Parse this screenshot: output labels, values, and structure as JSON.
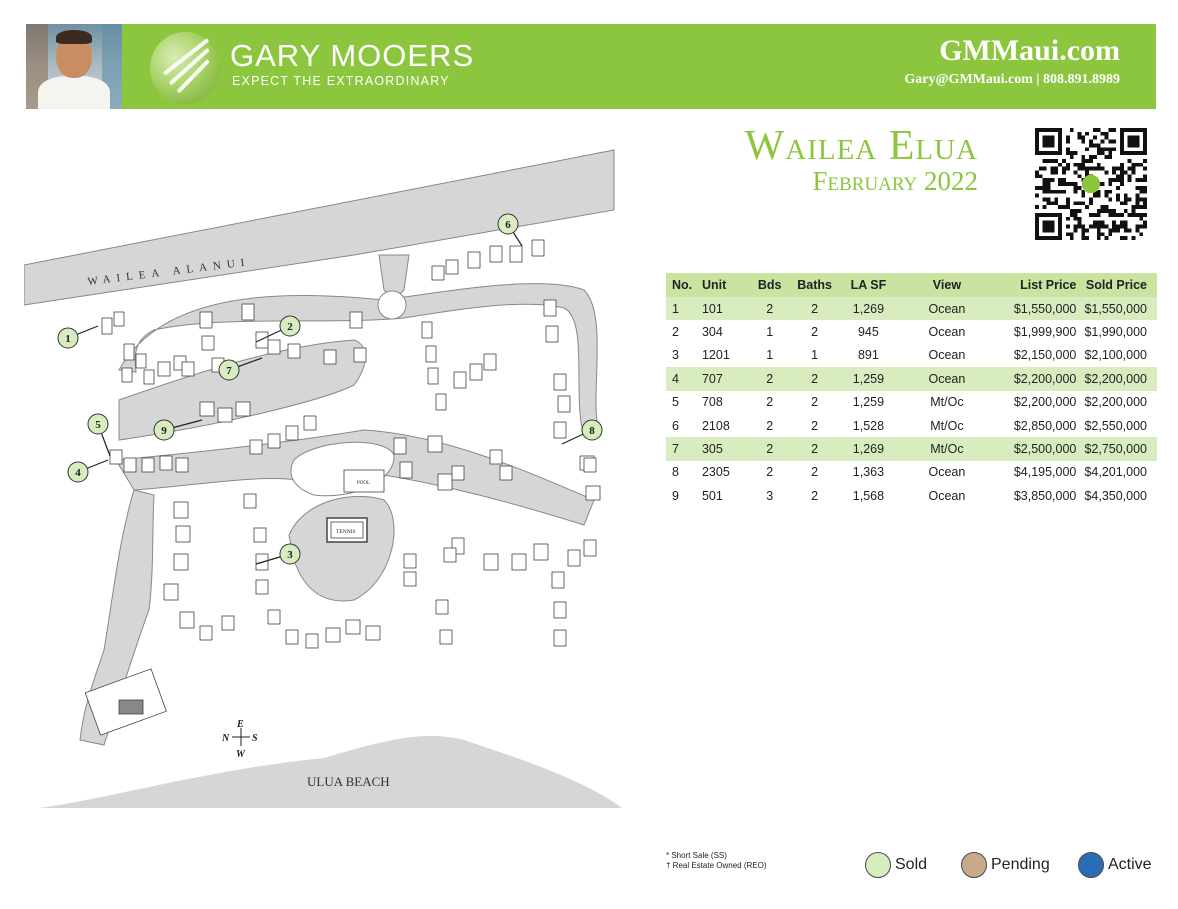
{
  "header": {
    "brand_name": "GARY MOOERS",
    "brand_tagline": "EXPECT THE EXTRAORDINARY",
    "website": "GMMaui.com",
    "contact": "Gary@GMMaui.com | 808.891.8989"
  },
  "title": {
    "main": "Wailea Elua",
    "date": "February 2022"
  },
  "map": {
    "street_label": "WAILEA ALANUI",
    "beach_label": "ULUA BEACH",
    "pool_label": "POOL",
    "tennis_label": "TENNIS",
    "compass": {
      "e": "E",
      "n": "N",
      "s": "S",
      "w": "W"
    },
    "markers": [
      "1",
      "2",
      "3",
      "4",
      "5",
      "6",
      "7",
      "8",
      "9"
    ],
    "marker_color": "#d7ecbf"
  },
  "table": {
    "headers": [
      "No.",
      "Unit",
      "Bds",
      "Baths",
      "LA SF",
      "View",
      "List Price",
      "Sold Price"
    ],
    "rows": [
      [
        "1",
        "101",
        "2",
        "2",
        "1,269",
        "Ocean",
        "$1,550,000",
        "$1,550,000"
      ],
      [
        "2",
        "304",
        "1",
        "2",
        "945",
        "Ocean",
        "$1,999,900",
        "$1,990,000"
      ],
      [
        "3",
        "1201",
        "1",
        "1",
        "891",
        "Ocean",
        "$2,150,000",
        "$2,100,000"
      ],
      [
        "4",
        "707",
        "2",
        "2",
        "1,259",
        "Ocean",
        "$2,200,000",
        "$2,200,000"
      ],
      [
        "5",
        "708",
        "2",
        "2",
        "1,259",
        "Mt/Oc",
        "$2,200,000",
        "$2,200,000"
      ],
      [
        "6",
        "2108",
        "2",
        "2",
        "1,528",
        "Mt/Oc",
        "$2,850,000",
        "$2,550,000"
      ],
      [
        "7",
        "305",
        "2",
        "2",
        "1,269",
        "Mt/Oc",
        "$2,500,000",
        "$2,750,000"
      ],
      [
        "8",
        "2305",
        "2",
        "2",
        "1,363",
        "Ocean",
        "$4,195,000",
        "$4,201,000"
      ],
      [
        "9",
        "501",
        "3",
        "2",
        "1,568",
        "Ocean",
        "$3,850,000",
        "$4,350,000"
      ]
    ]
  },
  "notes": {
    "short_sale": "* Short Sale (SS)",
    "reo": "† Real Estate Owned (REO)"
  },
  "legend": [
    {
      "label": "Sold",
      "color": "#d7ecbf"
    },
    {
      "label": "Pending",
      "color": "#c8a98a"
    },
    {
      "label": "Active",
      "color": "#2b6db5"
    }
  ],
  "colors": {
    "brand_green": "#8cc63f",
    "table_header": "#c9e3a1",
    "table_alt_row": "#d9ecc0",
    "road_gray": "#d6d6d6"
  }
}
